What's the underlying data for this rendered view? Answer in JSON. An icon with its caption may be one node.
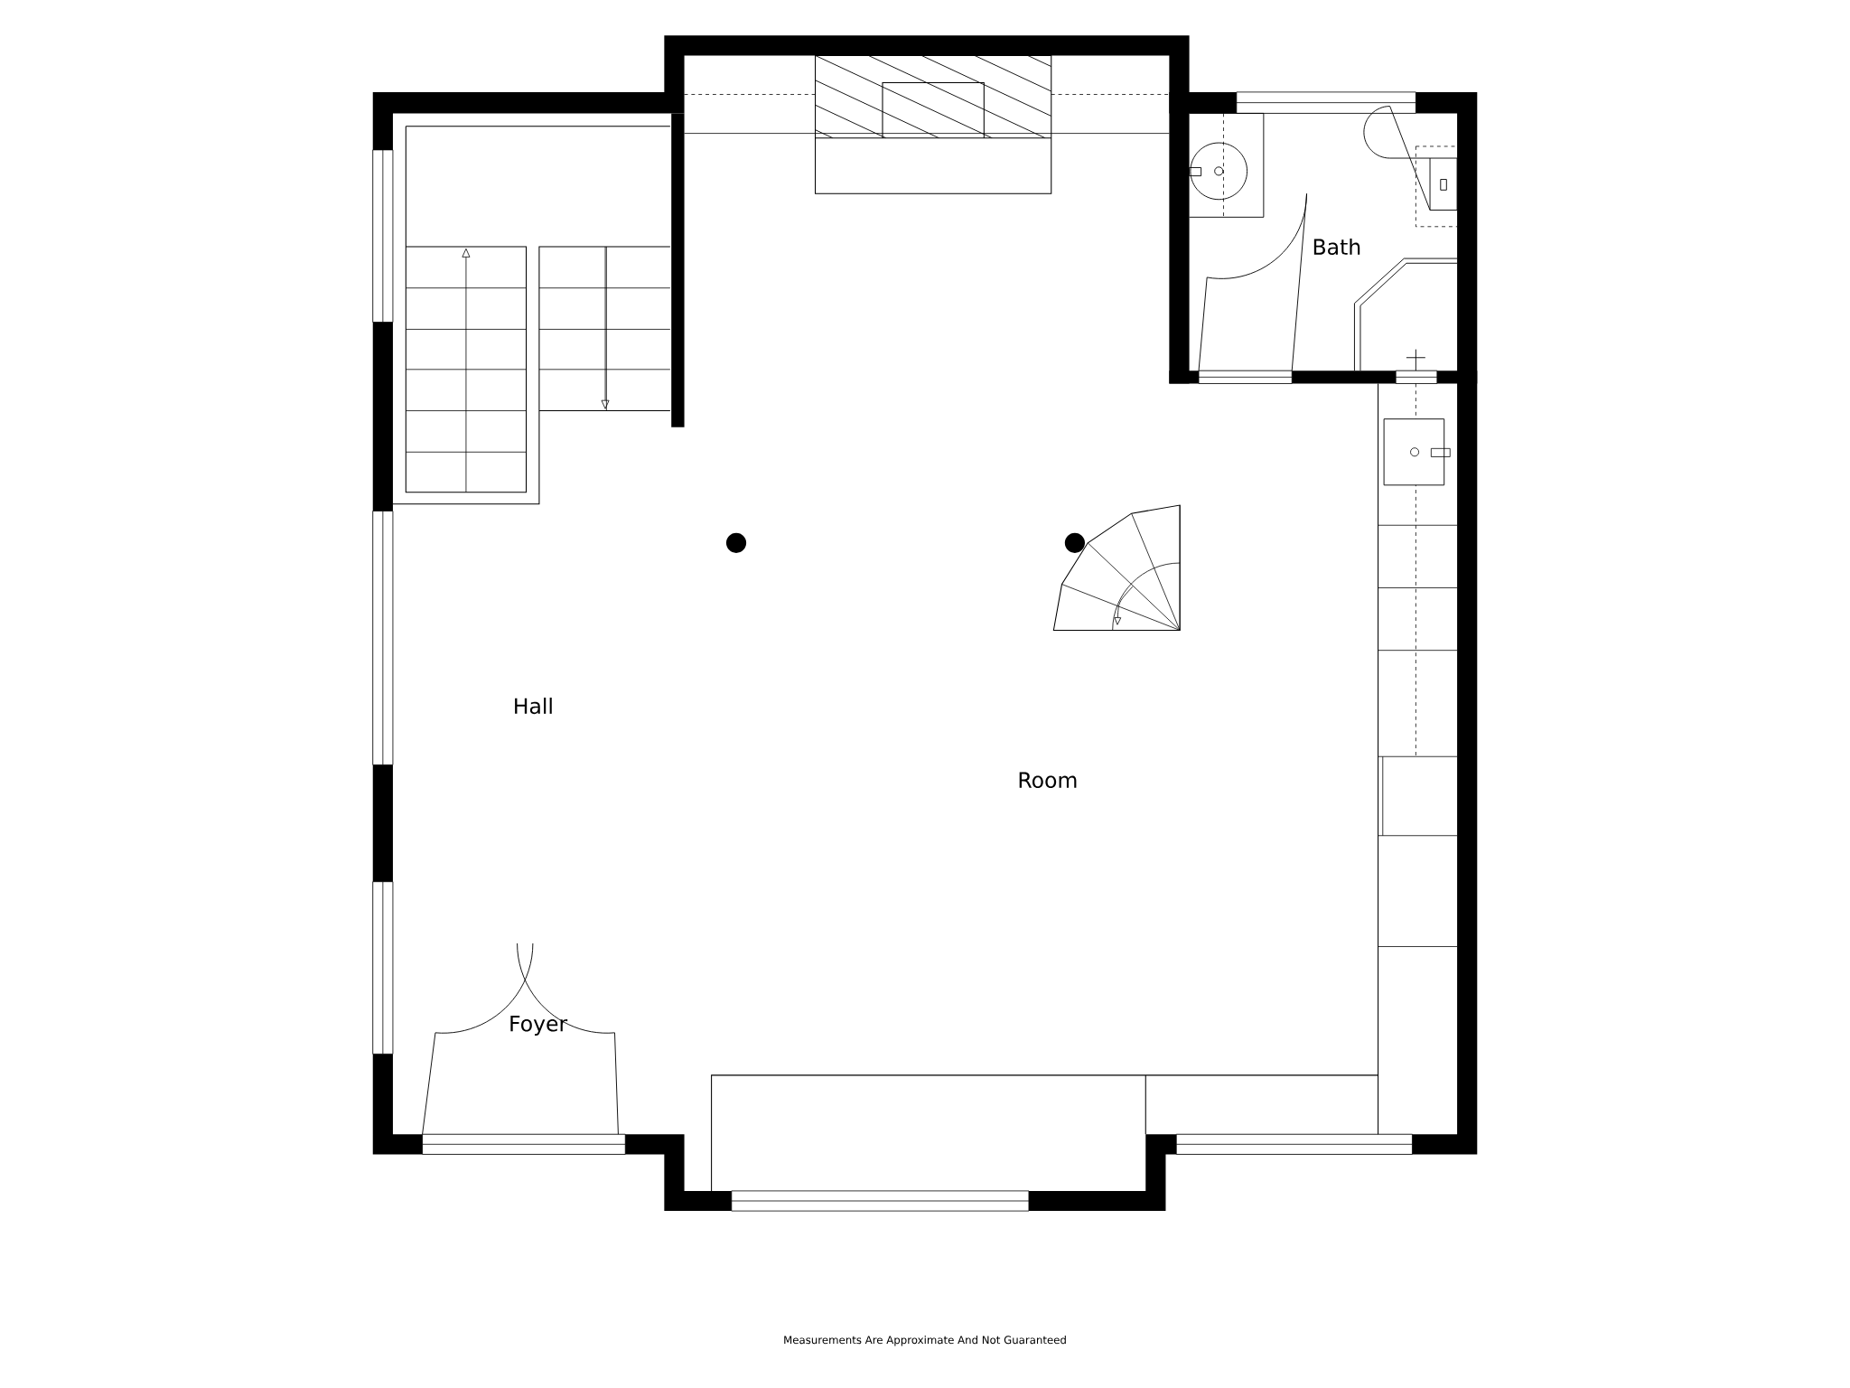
{
  "diagram": {
    "labels": [
      "Bath",
      "Hall",
      "Room",
      "Foyer",
      "Measurements Are Approximate And Not Guaranteed"
    ]
  }
}
